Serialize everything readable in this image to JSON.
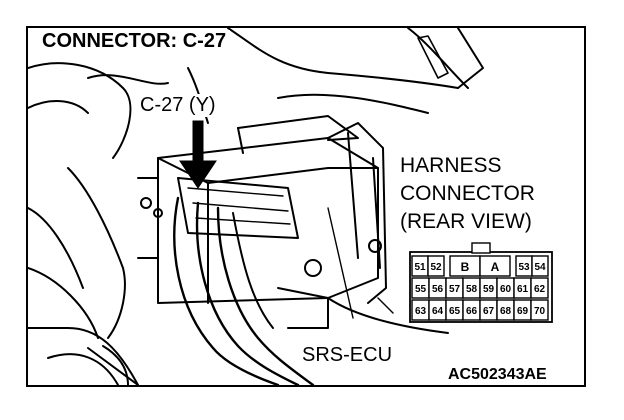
{
  "diagram": {
    "title": "CONNECTOR: C-27",
    "callout": "C-27 (Y)",
    "harness_lines": [
      "HARNESS",
      "CONNECTOR",
      "(REAR VIEW)"
    ],
    "ecu_label": "SRS-ECU",
    "figure_code": "AC502343AE",
    "connector": {
      "row1": [
        "51",
        "52",
        "B",
        "A",
        "53",
        "54"
      ],
      "row2": [
        "55",
        "56",
        "57",
        "58",
        "59",
        "60",
        "61",
        "62"
      ],
      "row3": [
        "63",
        "64",
        "65",
        "66",
        "67",
        "68",
        "69",
        "70"
      ]
    },
    "colors": {
      "line": "#000000",
      "background": "#ffffff"
    }
  }
}
